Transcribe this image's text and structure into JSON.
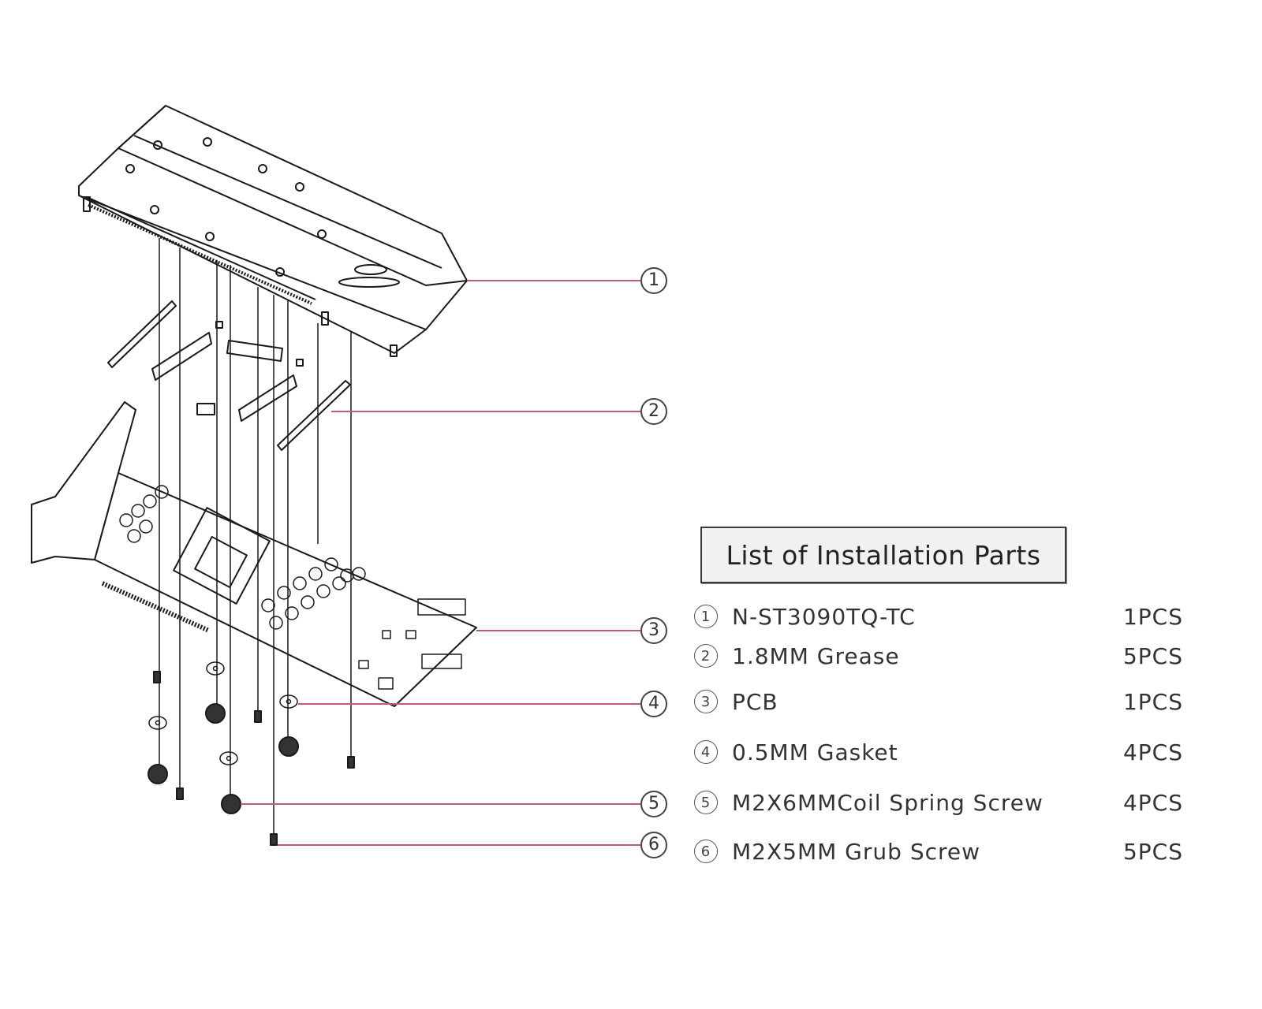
{
  "title": "List of Installation Parts",
  "colors": {
    "leader_line": "#c0578a",
    "stroke": "#1a1a1a",
    "title_bg": "#f1f1f1"
  },
  "callouts": [
    "1",
    "2",
    "3",
    "4",
    "5",
    "6"
  ],
  "parts": [
    {
      "num": "1",
      "name": "N-ST3090TQ-TC",
      "qty": "1PCS"
    },
    {
      "num": "2",
      "name": "1.8MM Grease",
      "qty": "5PCS"
    },
    {
      "num": "3",
      "name": "PCB",
      "qty": "1PCS"
    },
    {
      "num": "4",
      "name": "0.5MM Gasket",
      "qty": "4PCS"
    },
    {
      "num": "5",
      "name": "M2X6MMCoil Spring Screw",
      "qty": "4PCS"
    },
    {
      "num": "6",
      "name": "M2X5MM Grub Screw",
      "qty": "5PCS"
    }
  ]
}
